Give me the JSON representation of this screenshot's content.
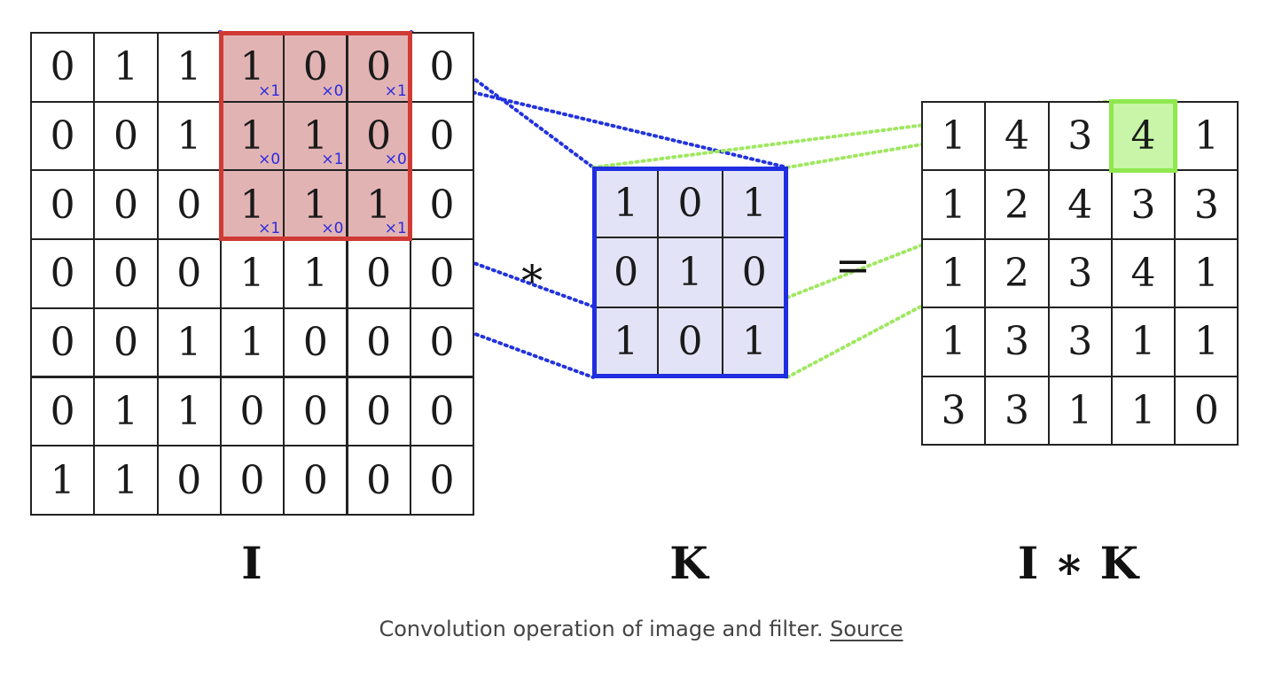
{
  "input_matrix": {
    "label": "I",
    "rows": [
      [
        "0",
        "1",
        "1",
        "1",
        "0",
        "0",
        "0"
      ],
      [
        "0",
        "0",
        "1",
        "1",
        "1",
        "0",
        "0"
      ],
      [
        "0",
        "0",
        "0",
        "1",
        "1",
        "1",
        "0"
      ],
      [
        "0",
        "0",
        "0",
        "1",
        "1",
        "0",
        "0"
      ],
      [
        "0",
        "0",
        "1",
        "1",
        "0",
        "0",
        "0"
      ],
      [
        "0",
        "1",
        "1",
        "0",
        "0",
        "0",
        "0"
      ],
      [
        "1",
        "1",
        "0",
        "0",
        "0",
        "0",
        "0"
      ]
    ],
    "highlight": {
      "row": 0,
      "col": 3,
      "size": 3
    },
    "multipliers": [
      [
        "×1",
        "×0",
        "×1"
      ],
      [
        "×0",
        "×1",
        "×0"
      ],
      [
        "×1",
        "×0",
        "×1"
      ]
    ]
  },
  "kernel": {
    "label": "K",
    "rows": [
      [
        "1",
        "0",
        "1"
      ],
      [
        "0",
        "1",
        "0"
      ],
      [
        "1",
        "0",
        "1"
      ]
    ]
  },
  "output_matrix": {
    "label": "I ∗ K",
    "rows": [
      [
        "1",
        "4",
        "3",
        "4",
        "1"
      ],
      [
        "1",
        "2",
        "4",
        "3",
        "3"
      ],
      [
        "1",
        "2",
        "3",
        "4",
        "1"
      ],
      [
        "1",
        "3",
        "3",
        "1",
        "1"
      ],
      [
        "3",
        "3",
        "1",
        "1",
        "0"
      ]
    ],
    "target": {
      "row": 0,
      "col": 3
    }
  },
  "operators": {
    "convolve": "∗",
    "equals": "="
  },
  "colors": {
    "highlight_border": "#d03a35",
    "kernel_border": "#1f2ee0",
    "target_border": "#8ee84e",
    "blue_dots": "#2233dd",
    "green_dots": "#9fe860"
  },
  "caption": {
    "text": "Convolution operation of image and filter. ",
    "link": "Source"
  }
}
